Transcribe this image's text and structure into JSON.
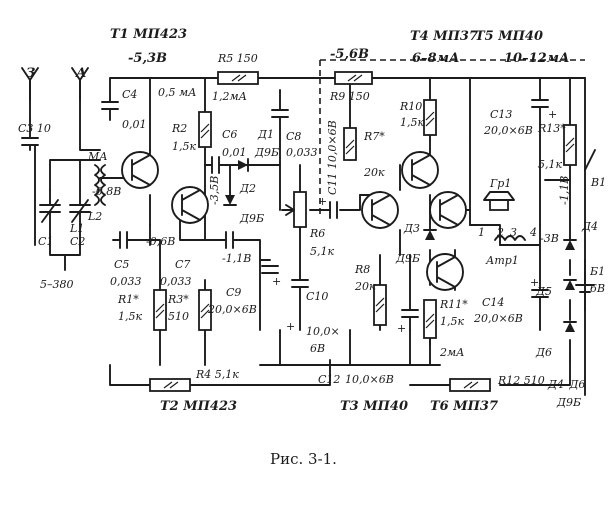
{
  "caption": "Рис. 3-1.",
  "transistors": {
    "t1": "T1 МП423",
    "t2": "T2 МП423",
    "t3": "T3 МП40",
    "t4": "T4 МП37",
    "t5": "T5 МП40",
    "t6": "T6 МП37"
  },
  "antennas": {
    "ground": "З",
    "antenna": "А"
  },
  "voltages": {
    "v_t1": "-5,3В",
    "v_t1_emitter": "-0,8В",
    "v_t2_base": "-0,6В",
    "v_t2_collector": "-3,5В",
    "v_detector": "-1,1В",
    "v_r9": "-5,6В",
    "v_b1": "-1,1В",
    "v_d4": "-3В"
  },
  "currents": {
    "i_t1": "0,5 мА",
    "i_t2": "1,2мА",
    "i_out": "6–8мА",
    "i_out2": "10–12мА",
    "i_t5": "2мА"
  },
  "resistors": {
    "r1": "R1*",
    "r1_val": "1,5к",
    "r2": "R2",
    "r2_val": "1,5к",
    "r3": "R3*",
    "r3_val": "510",
    "r4": "R4 5,1к",
    "r5": "R5 150",
    "r6": "R6",
    "r6_val": "5,1к",
    "r7": "R7*",
    "r7_val": "20к",
    "r8": "R8",
    "r8_val": "20к",
    "r9": "R9 150",
    "r10": "R10",
    "r10_val": "1,5к",
    "r11": "R11*",
    "r11_val": "1,5к",
    "r12": "R12 510",
    "r13": "R13*",
    "r13_val": "5,1к"
  },
  "capacitors": {
    "c1": "C1",
    "c2": "C2",
    "c12_range": "5–380",
    "c3": "C3 10",
    "c4": "C4",
    "c4_val": "0,01",
    "c5": "C5",
    "c5_val": "0,033",
    "c6": "C6",
    "c6_val": "0,01",
    "c7": "C7",
    "c7_val": "0,033",
    "c8": "C8",
    "c8_val": "0,033",
    "c9": "C9",
    "c9_val": "20,0×6В",
    "c10": "C10",
    "c10_val": "10,0×",
    "c10_v": "6В",
    "c11": "C11 10,0×6В",
    "c12": "C12",
    "c12_val": "10,0×6В",
    "c13": "C13",
    "c13_val": "20,0×6В",
    "c14": "C14",
    "c14_val": "20,0×6В"
  },
  "diodes": {
    "d1": "Д1",
    "d1_type": "Д9Б",
    "d2": "Д2",
    "d2_type": "Д9Б",
    "d3": "Д3",
    "d3_type": "Д9Б",
    "d4": "Д4",
    "d5": "Д5",
    "d6": "Д6",
    "d46": "Д4–Д6",
    "d46_type": "Д9Б"
  },
  "misc": {
    "ma": "МА",
    "l1": "L1",
    "l2": "L2",
    "gr1": "Гр1",
    "tr1": "Атр1",
    "b1": "Б1",
    "b1_val": "6В",
    "sw": "В1",
    "t_pin1": "1",
    "t_pin2": "2",
    "t_pin3": "3",
    "t_pin4": "4"
  }
}
